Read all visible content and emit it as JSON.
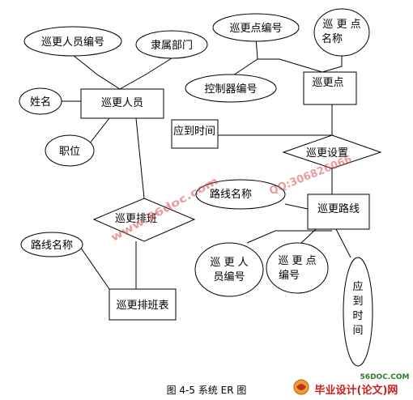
{
  "entities": {
    "patrol_person": "巡更人员",
    "patrol_point": "巡更点",
    "patrol_route": "巡更路线",
    "patrol_schedule": "巡更排班表"
  },
  "relationships": {
    "schedule": "巡更排班",
    "setting": "巡更设置"
  },
  "attributes": {
    "person_id": "巡更人员编号",
    "department": "隶属部门",
    "name": "姓名",
    "position": "职位",
    "point_id": "巡更点编号",
    "point_name": [
      "巡 更 点",
      "名称"
    ],
    "controller_id": "控制器编号",
    "arrival_time_box": "应到时间",
    "route_name_a": "路线名称",
    "route_name_b": "路线名称",
    "route_person_id": [
      "巡 更 人",
      "员编号"
    ],
    "route_point_id": [
      "巡 更 点",
      "编号"
    ],
    "route_arrival_time": [
      "应",
      "到",
      "时",
      "间"
    ]
  },
  "caption": "图 4-5  系统 ER 图",
  "watermarks": {
    "site": "www.56doc.com",
    "qq": "QQ:306826066"
  },
  "logo": {
    "site": "56DOC.COM",
    "name": "毕业设计(论文)网"
  }
}
